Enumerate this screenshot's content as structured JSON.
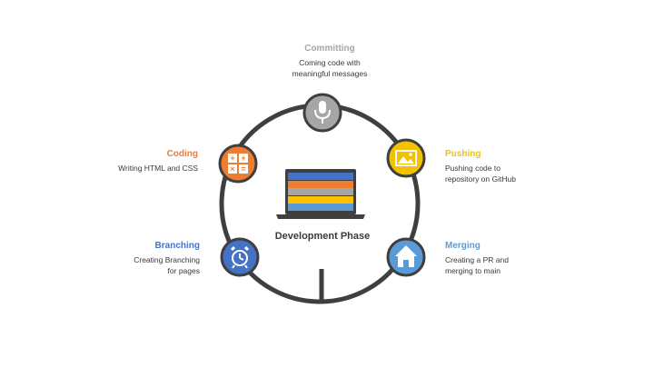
{
  "center": {
    "title": "Development Phase"
  },
  "steps": {
    "committing": {
      "title": "Committing",
      "desc1": "Coming code with",
      "desc2": "meaningful messages",
      "color": "#a6a6a6",
      "icon": "microphone-icon"
    },
    "pushing": {
      "title": "Pushing",
      "desc1": "Pushing code to",
      "desc2": "repository on GitHub",
      "color": "#f2c200",
      "icon": "image-icon"
    },
    "merging": {
      "title": "Merging",
      "desc1": "Creating a PR and",
      "desc2": "merging to main",
      "color": "#5b9bd5",
      "icon": "home-icon"
    },
    "branching": {
      "title": "Branching",
      "desc1": "Creating Branching",
      "desc2": "for pages",
      "color": "#4472c4",
      "icon": "alarm-clock-icon"
    },
    "coding": {
      "title": "Coding",
      "desc1": "Writing HTML and CSS",
      "desc2": "",
      "color": "#ed7d31",
      "icon": "calculator-icon"
    }
  },
  "laptop_stripes": [
    "#4472c4",
    "#ed7d31",
    "#a6a6a6",
    "#ffc000",
    "#5b9bd5"
  ]
}
